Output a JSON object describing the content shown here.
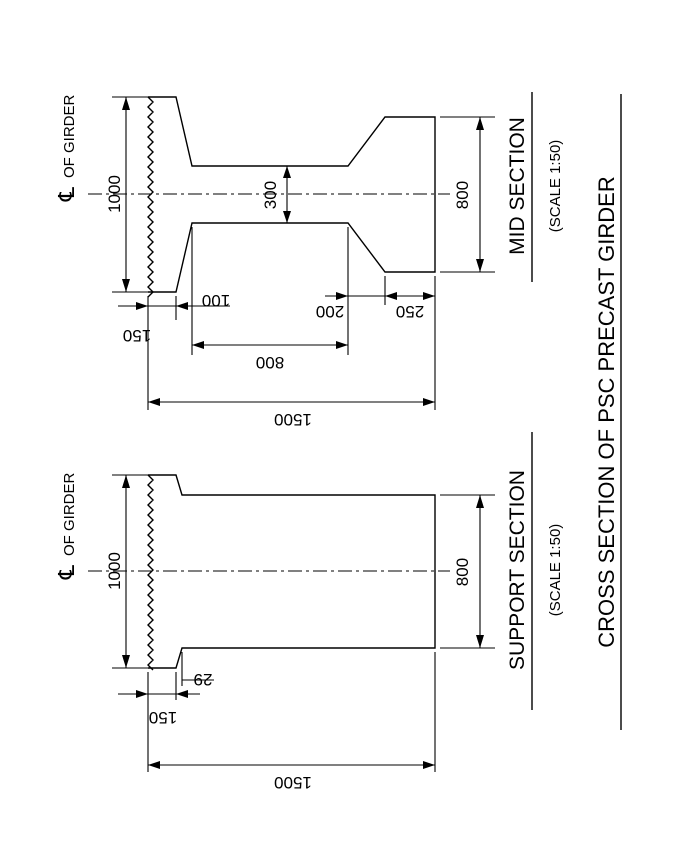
{
  "drawing_title": "CROSS SECTION OF PSC PRECAST GIRDER",
  "centerline_symbol": "℄",
  "centerline_text": "OF GIRDER",
  "support_section": {
    "title": "SUPPORT SECTION",
    "scale": "(SCALE 1:50)",
    "dims": {
      "overall_depth": "1500",
      "top_flange_width": "1000",
      "bottom_width": "800",
      "flange_thickness": "150",
      "haunch": "29"
    }
  },
  "mid_section": {
    "title": "MID SECTION",
    "scale": "(SCALE 1:50)",
    "dims": {
      "overall_depth": "1500",
      "top_flange_width": "1000",
      "bottom_flange_width": "800",
      "web_thickness": "300",
      "flange_thickness": "150",
      "top_haunch": "100",
      "web_depth": "800",
      "bottom_haunch": "200",
      "bottom_flange_depth": "250"
    }
  }
}
